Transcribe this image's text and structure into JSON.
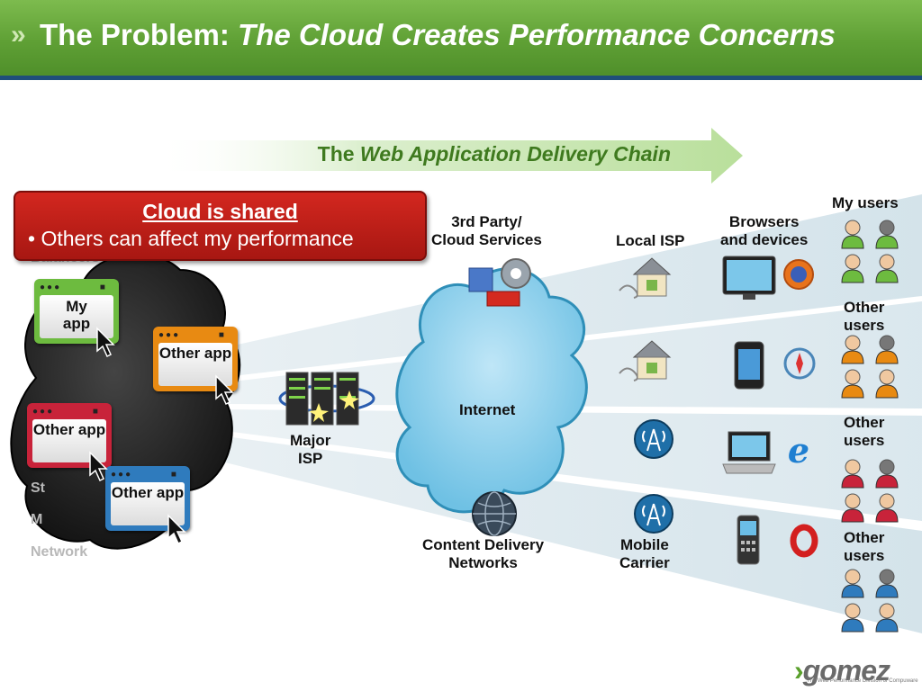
{
  "header": {
    "title_plain": "The Problem: ",
    "title_italic": "The Cloud Creates Performance Concerns"
  },
  "chain": {
    "prefix": "The ",
    "italic": "Web Application Delivery Chain"
  },
  "callout": {
    "title": "Cloud is shared",
    "bullet": "•  Others can affect my performance"
  },
  "ghost_labels": {
    "top": "Balancers",
    "st": "St",
    "m": "M",
    "network": "Network"
  },
  "apps": {
    "my_app": "My app",
    "other_app_1": "Other app",
    "other_app_2": "Other app",
    "other_app_3": "Other app"
  },
  "nodes": {
    "major_isp": "Major\nISP",
    "third_party": "3rd Party/\nCloud Services",
    "internet": "Internet",
    "cdn": "Content Delivery\nNetworks",
    "local_isp": "Local ISP",
    "mobile_carrier": "Mobile\nCarrier",
    "browsers": "Browsers\nand devices"
  },
  "users": {
    "my_users": "My users",
    "other_users_1": "Other\nusers",
    "other_users_2": "Other\nusers",
    "other_users_3": "Other\nusers"
  },
  "colors": {
    "header_green": "#5fa035",
    "chain_text": "#3f7a1f",
    "callout_red": "#c0211a",
    "my_users": "#6dbb3f",
    "other_orange": "#e88a12",
    "other_red": "#c8233a",
    "other_blue": "#2f7bbd"
  },
  "logo": {
    "text": "gomez",
    "tagline": "The Web Performance Division of Compuware"
  }
}
